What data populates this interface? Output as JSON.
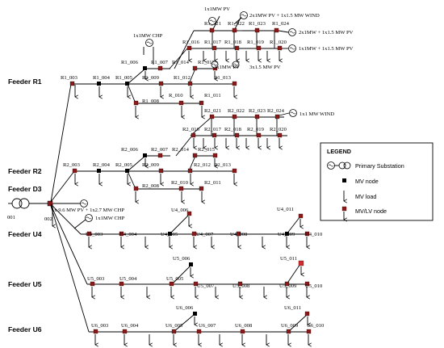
{
  "colors": {
    "mv_lv_node": "#8b1a1a",
    "mv_node": "#000000",
    "line": "#000000"
  },
  "feeders": [
    {
      "label": "Feeder R1"
    },
    {
      "label": "Feeder R2"
    },
    {
      "label": "Feeder D3"
    },
    {
      "label": "Feeder U4"
    },
    {
      "label": "Feeder U5"
    },
    {
      "label": "Feeder U6"
    }
  ],
  "substation": {
    "label_left": "001",
    "label_right": "002"
  },
  "r1_nodes": [
    "R1_003",
    "R1_004",
    "R1_005",
    "R1_006",
    "R1_007",
    "R1_008",
    "R1_009",
    "R_010",
    "R1_011",
    "R1_012",
    "R1_013",
    "R1_014",
    "R1_015",
    "R1_016",
    "R1_017",
    "R1_018",
    "R1_019",
    "R1_020",
    "R1_021",
    "R1_022",
    "R1_023",
    "R1_024"
  ],
  "r2_nodes": [
    "R2_003",
    "R2_004",
    "R2_005",
    "R2_006",
    "R2_007",
    "R2_008",
    "R2_009",
    "R2_010",
    "R2_011",
    "R2_012",
    "R2_013",
    "R2_014",
    "R2_015",
    "R2_016",
    "R2_017",
    "R2_018",
    "R2_019",
    "R2_020",
    "R2_021",
    "R2_022",
    "R2_023",
    "R2_024"
  ],
  "u4_nodes": [
    "U4_003",
    "U4_004",
    "U4_005",
    "U4_006",
    "U4_007",
    "U4_008",
    "U4_009",
    "U4_010",
    "U4_011"
  ],
  "u5_nodes": [
    "U5_003",
    "U5_004",
    "U5_005",
    "U5_006",
    "U5_007",
    "U5_008",
    "U5_009",
    "U5_010",
    "U5_011"
  ],
  "u6_nodes": [
    "U6_003",
    "U6_004",
    "U6_005",
    "U6_006",
    "U6_007",
    "U6_008",
    "U6_009",
    "U6_010",
    "U6_011"
  ],
  "generation": {
    "chp_r1": "1x1MW CHP",
    "pv_r1_021": "1x1MW PV",
    "pv_wind_r1_023": "2x1MW PV + 1x1.5 MW WIND",
    "pv_r1_024": "2x1MW + 1x1.5 MW PV",
    "pv_r1_020": "1x1MW + 1x1.5 MW PV",
    "pv_r1_017": "3x1MW PV",
    "pv_r1_018": "3x1.5 MW PV",
    "wind_r2_024": "1x1 MW WIND",
    "pv_chp_d3": "1x 9.6 MW PV + 1x2.7 MW CHP",
    "chp_u4": "1x1MW CHP"
  },
  "legend": {
    "title": "LEGEND",
    "items": [
      "Primary Substation",
      "MV node",
      "MV load",
      "MV/LV node"
    ]
  }
}
